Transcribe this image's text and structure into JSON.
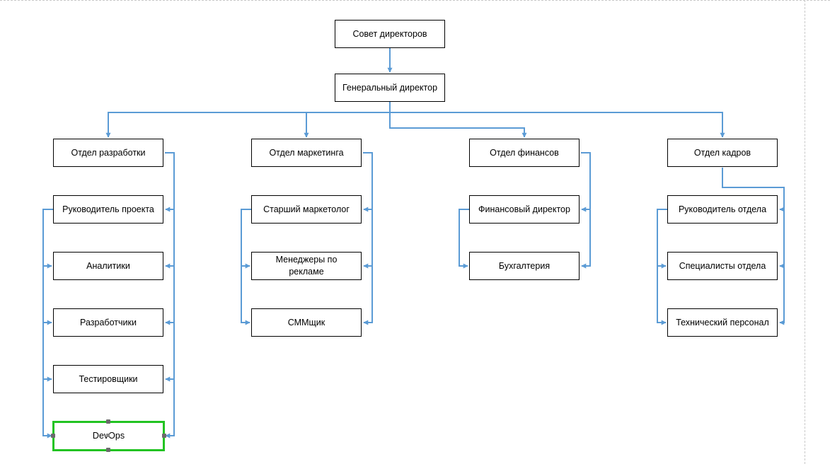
{
  "diagram": {
    "colors": {
      "connector": "#5b9bd5",
      "selection": "#22c322",
      "box_border": "#000000"
    },
    "nodes": {
      "board": "Совет директоров",
      "ceo": "Генеральный директор",
      "dev": "Отдел разработки",
      "mkt": "Отдел маркетинга",
      "fin": "Отдел финансов",
      "hr": "Отдел кадров",
      "dev_pm": "Руководитель проекта",
      "dev_analysts": "Аналитики",
      "dev_devs": "Разработчики",
      "dev_testers": "Тестировщики",
      "dev_devops": "DevOps",
      "mkt_senior": "Старший маркетолог",
      "mkt_ad": "Менеджеры по рекламе",
      "mkt_smm": "СММщик",
      "fin_director": "Финансовый директор",
      "fin_accounting": "Бухгалтерия",
      "hr_head": "Руководитель отдела",
      "hr_specialists": "Специалисты отдела",
      "hr_tech": "Технический персонал"
    },
    "selected_node": "dev_devops"
  }
}
